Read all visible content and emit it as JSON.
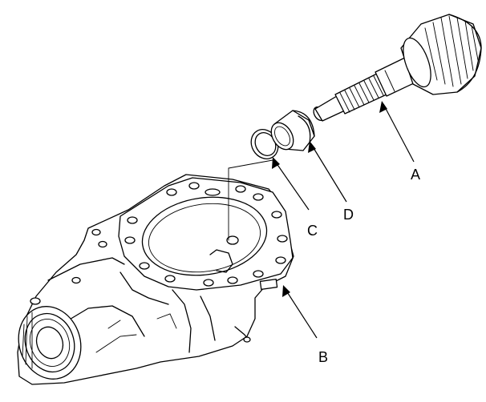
{
  "callouts": {
    "a": "A",
    "b": "B",
    "c": "C",
    "d": "D"
  },
  "parts": {
    "a": "pinion-gear-shaft",
    "b": "differential-carrier-housing",
    "c": "o-ring",
    "d": "collar"
  }
}
